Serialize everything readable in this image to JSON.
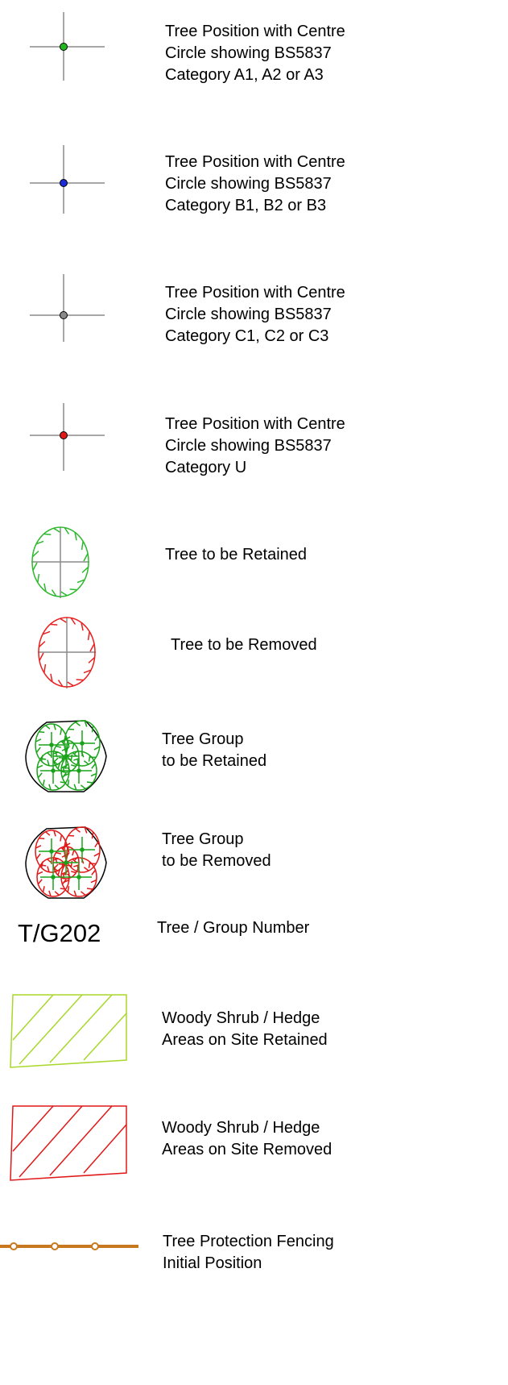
{
  "legend": {
    "items": [
      {
        "key": "tree-category-a",
        "lines": [
          "Tree Position with Centre",
          "Circle showing BS5837",
          "Category A1, A2 or A3"
        ],
        "dot_color": "#1fb81f"
      },
      {
        "key": "tree-category-b",
        "lines": [
          "Tree Position with Centre",
          "Circle showing BS5837",
          "Category B1, B2 or B3"
        ],
        "dot_color": "#1a2bd8"
      },
      {
        "key": "tree-category-c",
        "lines": [
          "Tree Position with Centre",
          "Circle showing BS5837",
          "Category C1, C2 or C3"
        ],
        "dot_color": "#8a8a8a"
      },
      {
        "key": "tree-category-u",
        "lines": [
          "Tree Position with Centre",
          "Circle showing BS5837",
          "Category U"
        ],
        "dot_color": "#e01818"
      },
      {
        "key": "tree-retained",
        "lines": [
          "Tree to be Retained"
        ],
        "canopy_color": "#2db82d"
      },
      {
        "key": "tree-removed",
        "lines": [
          "Tree to be Removed"
        ],
        "canopy_color": "#e82020"
      },
      {
        "key": "group-retained",
        "lines": [
          "Tree Group",
          "to be Retained"
        ],
        "canopy_color": "#1aa31a"
      },
      {
        "key": "group-removed",
        "lines": [
          "Tree Group",
          "to be Removed"
        ],
        "canopy_color": "#e01818"
      },
      {
        "key": "tree-number",
        "tag": "T/G202",
        "lines": [
          "Tree / Group Number"
        ]
      },
      {
        "key": "shrub-retained",
        "lines": [
          "Woody Shrub / Hedge",
          "Areas on Site Retained"
        ],
        "hatch_color": "#a8d82a"
      },
      {
        "key": "shrub-removed",
        "lines": [
          "Woody Shrub / Hedge",
          "Areas on Site Removed"
        ],
        "hatch_color": "#e01818"
      },
      {
        "key": "protection-fencing",
        "lines": [
          "Tree Protection Fencing",
          "Initial Position"
        ],
        "line_color": "#c8781e"
      }
    ]
  }
}
